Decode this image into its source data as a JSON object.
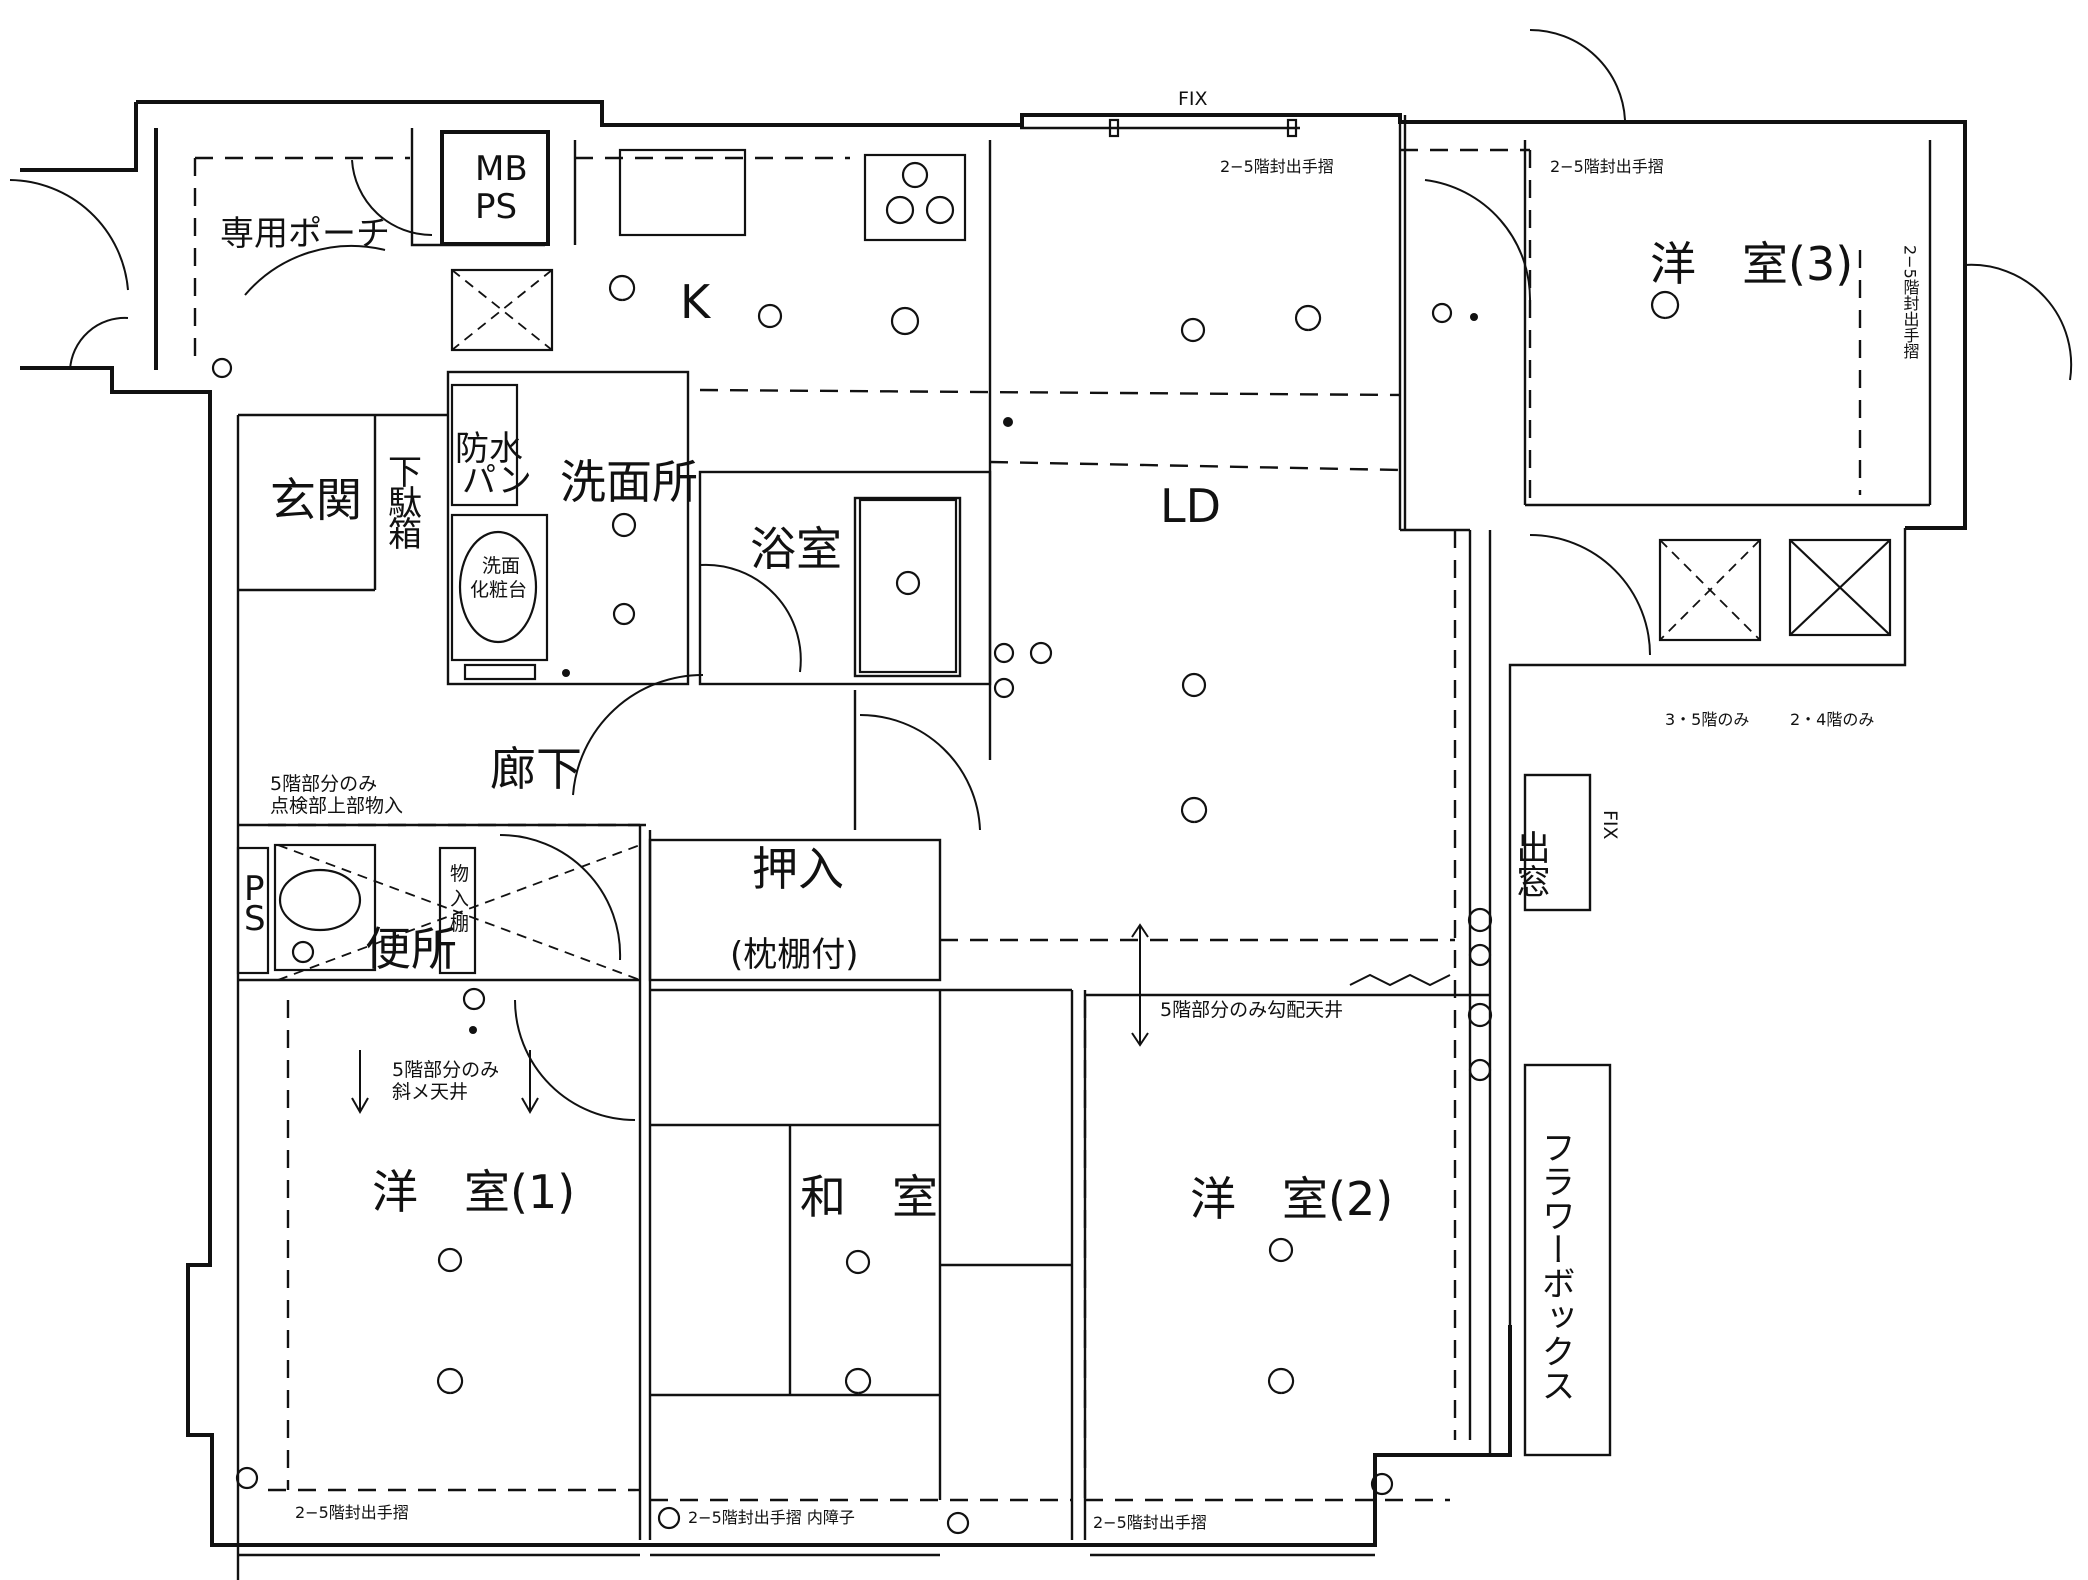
{
  "labels": {
    "private_porch": "専用ポーチ",
    "mb_ps_1": "MB",
    "mb_ps_2": "PS",
    "kitchen": "K",
    "entrance": "玄関",
    "shoe_box_1": "下",
    "shoe_box_2": "駄",
    "shoe_box_3": "箱",
    "waterproof_pan_1": "防水",
    "waterproof_pan_2": "パン",
    "washroom": "洗面所",
    "vanity_1": "洗面",
    "vanity_2": "化粧台",
    "bathroom": "浴室",
    "hallway": "廊下",
    "living_dining": "LD",
    "western_room_3": "洋　室(3)",
    "western_room_1": "洋　室(1)",
    "western_room_2": "洋　室(2)",
    "japanese_room": "和　室",
    "closet": "押入",
    "closet_note": "(枕棚付)",
    "toilet": "便所",
    "ps": "PS",
    "bay_window": "出窓",
    "flower_box": "フラワーボックス",
    "fix_top": "FIX",
    "fix_side": "FIX",
    "note_5f_only_1": "5階部分のみ",
    "note_inspection": "点検部上部物入",
    "note_5f_ceiling_1": "5階部分のみ",
    "note_5f_ceiling_2": "斜メ天井",
    "note_5f_slope": "5階部分のみ勾配天井",
    "handrail_ld": "2−5階封出手摺",
    "handrail_r3_top": "2−5階封出手摺",
    "handrail_r3_side": "2−5階封出手摺",
    "handrail_r1": "2−5階封出手摺",
    "handrail_wa": "2−5階封出手摺 内障子",
    "handrail_r2": "2−5階封出手摺",
    "floors_35_only": "3・5階のみ",
    "floors_24_only": "2・4階のみ",
    "storage_1": "物",
    "storage_2": "入",
    "storage_3": "棚"
  }
}
